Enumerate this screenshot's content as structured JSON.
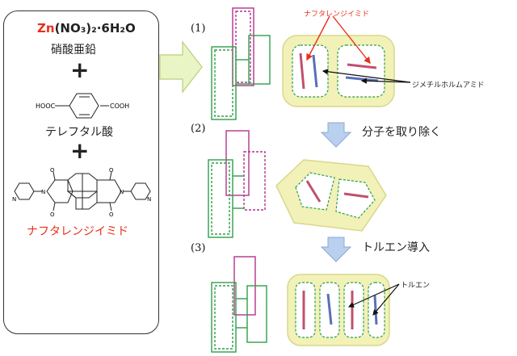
{
  "left_panel": {
    "formula_metal": "Zn",
    "formula_rest": "(NO₃)₂·6H₂O",
    "zinc_nitrate": "硝酸亜鉛",
    "plus": "+",
    "hooc": "HOOC",
    "cooh": "COOH",
    "terephthalic_acid": "テレフタル酸",
    "ndi_label": "ナフタレンジイミド",
    "atom_o": "O",
    "atom_n": "N"
  },
  "steps": [
    {
      "number": "(1)"
    },
    {
      "number": "(2)",
      "arrow_label": "分子を取り除く"
    },
    {
      "number": "(3)",
      "arrow_label": "トルエン導入"
    }
  ],
  "annotations": {
    "naphthalenediimide": "ナフタレンジイミド",
    "dmf": "ジメチルホルムアミド",
    "toluene": "トルエン"
  },
  "colors": {
    "zinc_red": "#e8301c",
    "framework_green": "#2e9e4a",
    "framework_magenta": "#b2338a",
    "pore_yellow": "#f1f1b8",
    "arrow_blue": "#b9d0ee",
    "arrow_green": "#eaf5c6"
  }
}
